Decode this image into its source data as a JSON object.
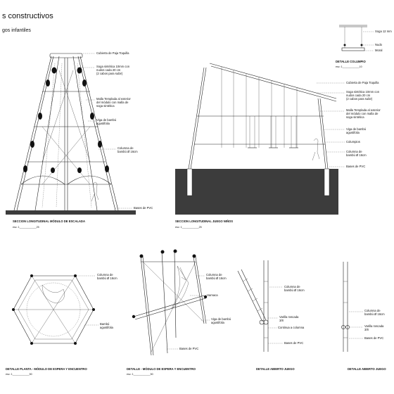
{
  "header": {
    "title": "s constructivos",
    "subtitle": "gos infantiles"
  },
  "panels": {
    "escalada": {
      "caption": "SECCION LONGITUDINAL MÓDULO DE ESCALADA",
      "scale": "esc: 1____________25",
      "labels": [
        "Cubierta de Paja Toquilla",
        "Soga sintética 10mm con",
        "nudos cada 20 cm",
        "(2 cabos para subir)",
        "Malla Templada al exterior",
        "del módulo con malla de",
        "soga sintética",
        "Viga de bambú",
        "agustifolia",
        "Columna de",
        "bambú Ø 16cm",
        "Bases de PVC"
      ]
    },
    "ninos": {
      "caption": "SECCION LONGITUDINAL JUEGO NIÑOS",
      "scale": "esc: 1____________25",
      "labels": [
        "Cubierta de Paja Toquilla",
        "Soga sintética 10mm con",
        "nudos cada 20 cm",
        "(2 cabos para subir)",
        "Malla Templada al exterior",
        "del módulo con malla de",
        "soga sintética",
        "Viga de bambú",
        "agustifolia",
        "Columpios",
        "Columna de",
        "bambú Ø 16cm",
        "Bases de PVC"
      ]
    },
    "columpio": {
      "caption": "DETALLE COLUMPIO",
      "scale": "esc: 1____________10",
      "labels": [
        "Soga 12 mm",
        "Nudo",
        "Moral"
      ]
    },
    "planta": {
      "caption": "DETALLE PLANTA - MÓDULO DE ESPERA Y ENCUENTRO",
      "scale": "esc: 1____________50",
      "labels": [
        "Columna de",
        "bambú Ø 16cm",
        "Bambú",
        "agustifolia"
      ]
    },
    "espera": {
      "caption": "DETALLE - MÓDULO DE ESPERA Y ENCUENTRO",
      "scale": "esc: 1____________50",
      "labels": [
        "Columna de",
        "bambú Ø 16cm",
        "Hamaca",
        "Viga de bambú",
        "agustifolia",
        "Bases de PVC"
      ]
    },
    "abierto1": {
      "caption": "DETALLE ABIERTO JUEGO",
      "labels": [
        "Columna de",
        "bambú Ø 16cm",
        "Varilla roscada",
        "3/8",
        "Continua a columna",
        "Bases de PVC"
      ]
    },
    "abierto2": {
      "caption": "DETALLE ABIERTO JUEGO",
      "labels": [
        "Columna de",
        "bambú Ø 16cm",
        "Varilla roscada",
        "3/8",
        "Bases de PVC"
      ]
    }
  }
}
